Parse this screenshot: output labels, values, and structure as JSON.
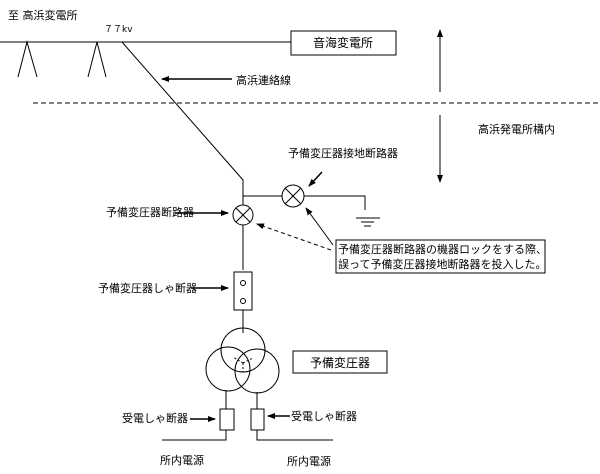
{
  "labels": {
    "destination": "至  高浜変電所",
    "voltage": "７７kv",
    "substation": "音海変電所",
    "tie_line": "高浜連絡線",
    "premises": "高浜発電所構内",
    "ground_disconnector": "予備変圧器接地断路器",
    "disconnector": "予備変圧器断路器",
    "callout_line1": "予備変圧器断路器の機器ロックをする際、",
    "callout_line2": "誤って予備変圧器接地断路器を投入した。",
    "circuit_breaker": "予備変圧器しゃ断器",
    "transformer": "予備変圧器",
    "receiving_breaker_left": "受電しゃ断器",
    "receiving_breaker_right": "受電しゃ断器",
    "station_power_left": "所内電源",
    "station_power_right": "所内電源"
  }
}
